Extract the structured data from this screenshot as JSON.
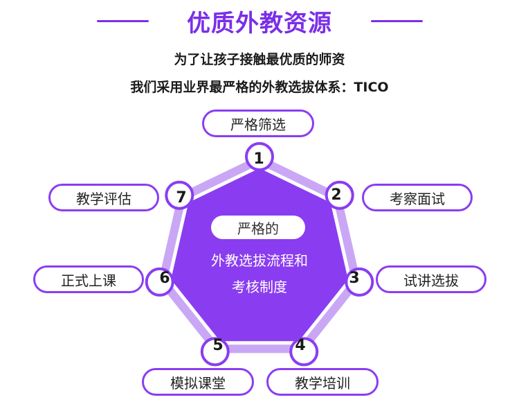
{
  "title": "优质外教资源",
  "subtitle_lines": [
    "为了让孩子接触最优质的师资",
    "我们采用业界最严格的外教选拔体系：TICO"
  ],
  "center": {
    "badge": "严格的",
    "lines": [
      "外教选拔流程和",
      "考核制度"
    ]
  },
  "steps": [
    {
      "number": "1",
      "label": "严格筛选"
    },
    {
      "number": "2",
      "label": "考察面试"
    },
    {
      "number": "3",
      "label": "试讲选拔"
    },
    {
      "number": "4",
      "label": "教学培训"
    },
    {
      "number": "5",
      "label": "模拟课堂"
    },
    {
      "number": "6",
      "label": "正式上课"
    },
    {
      "number": "7",
      "label": "教学评估"
    }
  ],
  "colors": {
    "accent": "#7b2ee8",
    "polygon_fill": "#8a3df0",
    "ring": "#c9a7f5",
    "node_stroke": "#8a3df0"
  }
}
